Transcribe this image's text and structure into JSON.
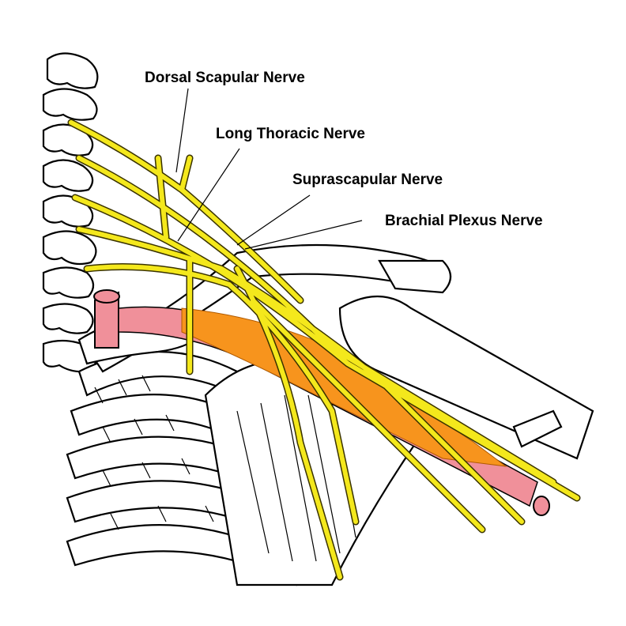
{
  "title": "Brachial plexus and shoulder nerves",
  "labels": {
    "dorsal_scapular": "Dorsal Scapular Nerve",
    "long_thoracic": "Long Thoracic Nerve",
    "suprascapular": "Suprascapular Nerve",
    "brachial_plexus": "Brachial Plexus Nerve"
  },
  "colors": {
    "nerve": "#f4e81c",
    "artery": "#f0909a",
    "muscle": "#f7941d",
    "outline": "#000000",
    "background": "#ffffff"
  }
}
